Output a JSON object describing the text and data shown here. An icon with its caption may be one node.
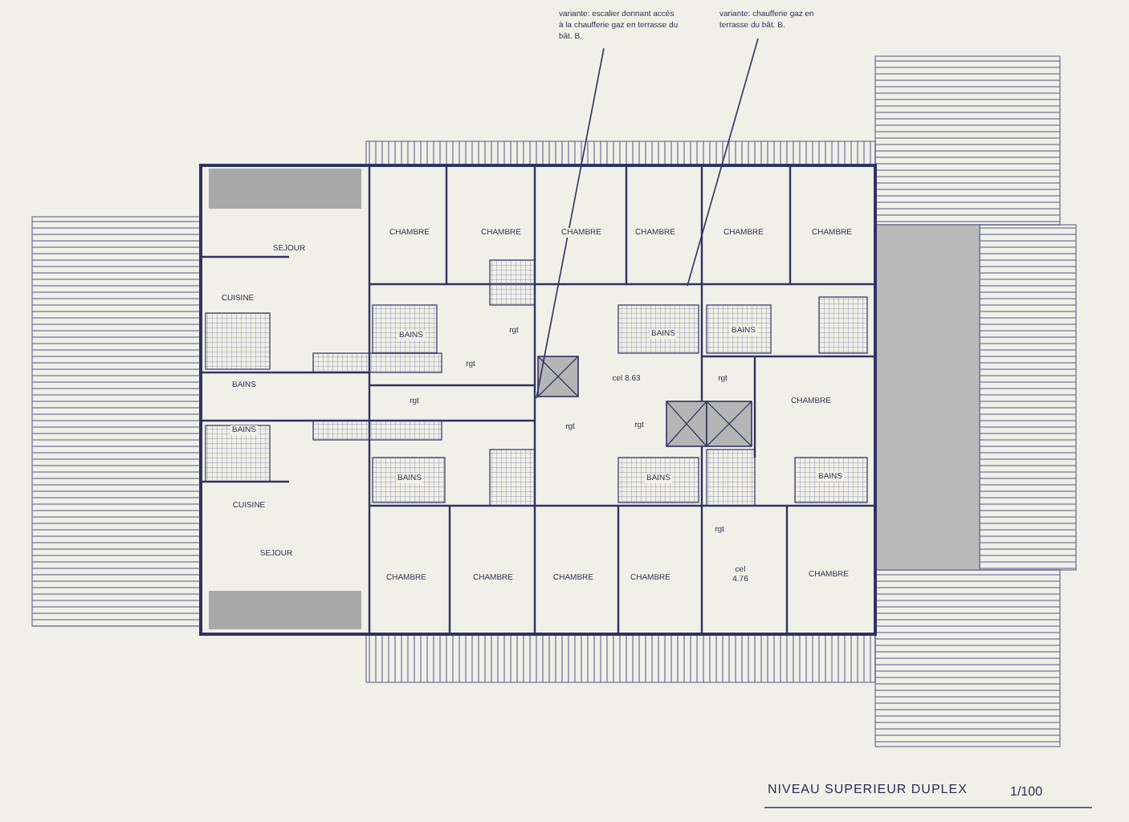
{
  "diagram": {
    "title": "NIVEAU SUPERIEUR DUPLEX",
    "nodes": [
      {
        "text": [
          "variante: escalier donnant accès à la chaufferie gaz en terrasse du bât. B."
        ]
      },
      {
        "text": [
          "variante: chaufferie gaz en terrasse du bât. B."
        ]
      }
    ],
    "edges": [
      {
        "from": 0,
        "to": null,
        "arrow": "none"
      },
      {
        "from": 1,
        "to": null,
        "arrow": "none"
      }
    ],
    "labels": [
      "SEJOUR",
      "CHAMBRE",
      "CHAMBRE",
      "CHAMBRE",
      "CHAMBRE",
      "CHAMBRE",
      "CHAMBRE",
      "CUISINE",
      "BAINS",
      "rgt",
      "BAINS",
      "BAINS",
      "rgt",
      "BAINS",
      "cel 8.63",
      "rgt",
      "rgt",
      "CHAMBRE",
      "rgt",
      "rgt",
      "BAINS",
      "BAINS",
      "BAINS",
      "BAINS",
      "CUISINE",
      "rgt",
      "SEJOUR",
      "cel 4.76",
      "CHAMBRE",
      "CHAMBRE",
      "CHAMBRE",
      "CHAMBRE",
      "CHAMBRE",
      "1/100"
    ]
  }
}
